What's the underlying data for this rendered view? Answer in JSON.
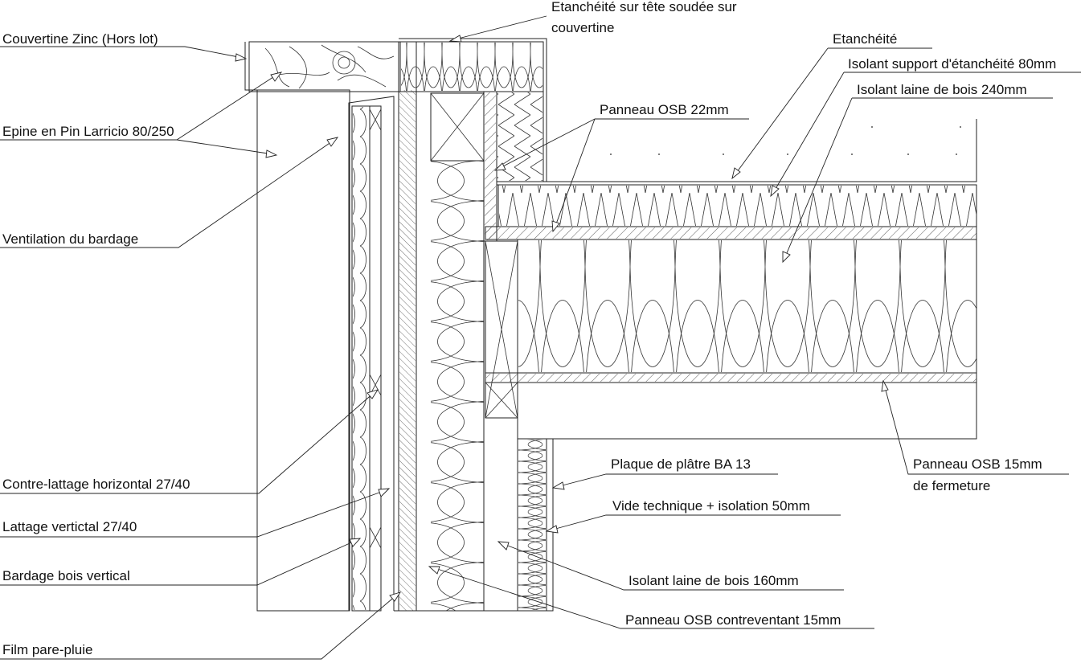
{
  "drawing": {
    "labels": {
      "couvertine": "Couvertine Zinc (Hors lot)",
      "epine": "Epine en Pin Larricio 80/250",
      "ventilation": "Ventilation du bardage",
      "contre_lattage": "Contre-lattage horizontal 27/40",
      "lattage": "Lattage vertictal 27/40",
      "bardage": "Bardage bois vertical",
      "film": "Film pare-pluie",
      "etancheite_tete_1": "Etanchéité sur tête soudée sur",
      "etancheite_tete_2": "couvertine",
      "etancheite": "Etanchéité",
      "isolant_support": "Isolant support d'étanchéité 80mm",
      "isolant_240": "Isolant laine de bois 240mm",
      "osb_22": "Panneau OSB 22mm",
      "osb_15_1": "Panneau OSB 15mm",
      "osb_15_2": "de fermeture",
      "platre": "Plaque de plâtre BA 13",
      "vide_technique": "Vide technique + isolation 50mm",
      "isolant_160": "Isolant laine de bois 160mm",
      "osb_contreventant": "Panneau OSB contreventant 15mm"
    }
  }
}
